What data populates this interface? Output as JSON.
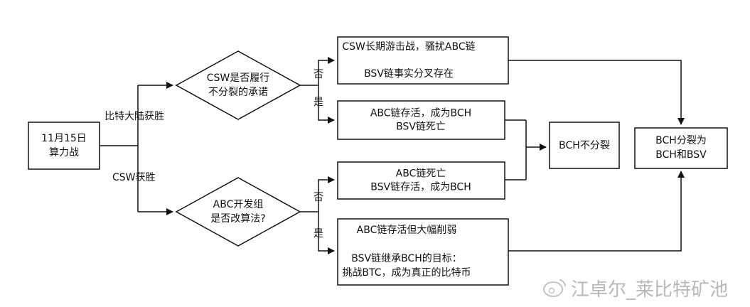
{
  "nodes": {
    "start": [
      "11月15日",
      "算力战"
    ],
    "decision_csw": [
      "CSW是否履行",
      "不分裂的承诺"
    ],
    "decision_abc": [
      "ABC开发组",
      "是否改算法?"
    ],
    "outcome_guerrilla": [
      "CSW长期游击战，骚扰ABC链",
      "",
      "BSV链事实分叉存在"
    ],
    "outcome_abc_alive": [
      "ABC链存活，成为BCH",
      "BSV链死亡"
    ],
    "outcome_abc_dead": [
      "ABC链死亡",
      "BSV链存活，成为BCH"
    ],
    "outcome_abc_weak": [
      "ABC链存活但大幅削弱",
      "",
      "BSV链继承BCH的目标：",
      "挑战BTC，成为真正的比特币"
    ],
    "bch_no_split": [
      "BCH不分裂"
    ],
    "bch_split": [
      "BCH分裂为",
      "BCH和BSV"
    ]
  },
  "edges": {
    "mainland_win": "比特大陆获胜",
    "csw_win": "CSW获胜",
    "no_1": "否",
    "yes_1": "是",
    "no_2": "否",
    "yes_2": "是"
  },
  "watermark": "江卓尔_莱比特矿池"
}
